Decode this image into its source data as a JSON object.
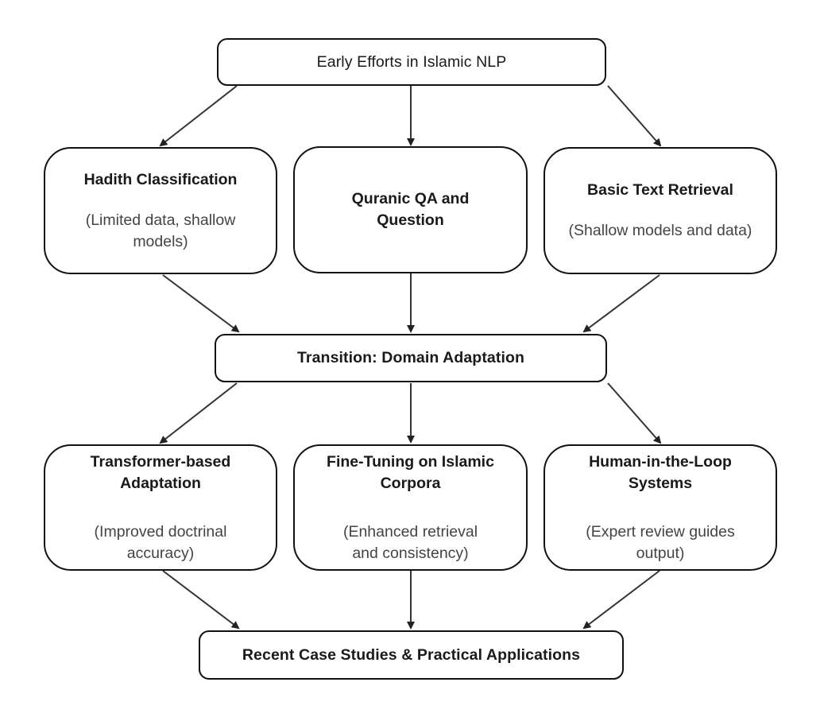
{
  "nodes": {
    "early_efforts": {
      "label": "Early Efforts in Islamic NLP"
    },
    "hadith": {
      "title": "Hadith Classification",
      "note": "(Limited data, shallow models)"
    },
    "quranic": {
      "title": "Quranic QA and Question"
    },
    "retrieval": {
      "title": "Basic Text Retrieval",
      "note": "(Shallow models and data)"
    },
    "transition": {
      "label": "Transition: Domain Adaptation"
    },
    "transformer": {
      "title": "Transformer-based Adaptation",
      "note": "(Improved doctrinal accuracy)"
    },
    "finetuning": {
      "title": "Fine-Tuning on Islamic Corpora",
      "note": "(Enhanced retrieval and consistency)"
    },
    "hitl": {
      "title": "Human-in-the-Loop Systems",
      "note": "(Expert review guides output)"
    },
    "recent": {
      "label": "Recent Case Studies & Practical Applications"
    }
  },
  "colors": {
    "border": "#111111",
    "arrow": "#333333",
    "note_text": "#444444",
    "background": "#ffffff"
  }
}
